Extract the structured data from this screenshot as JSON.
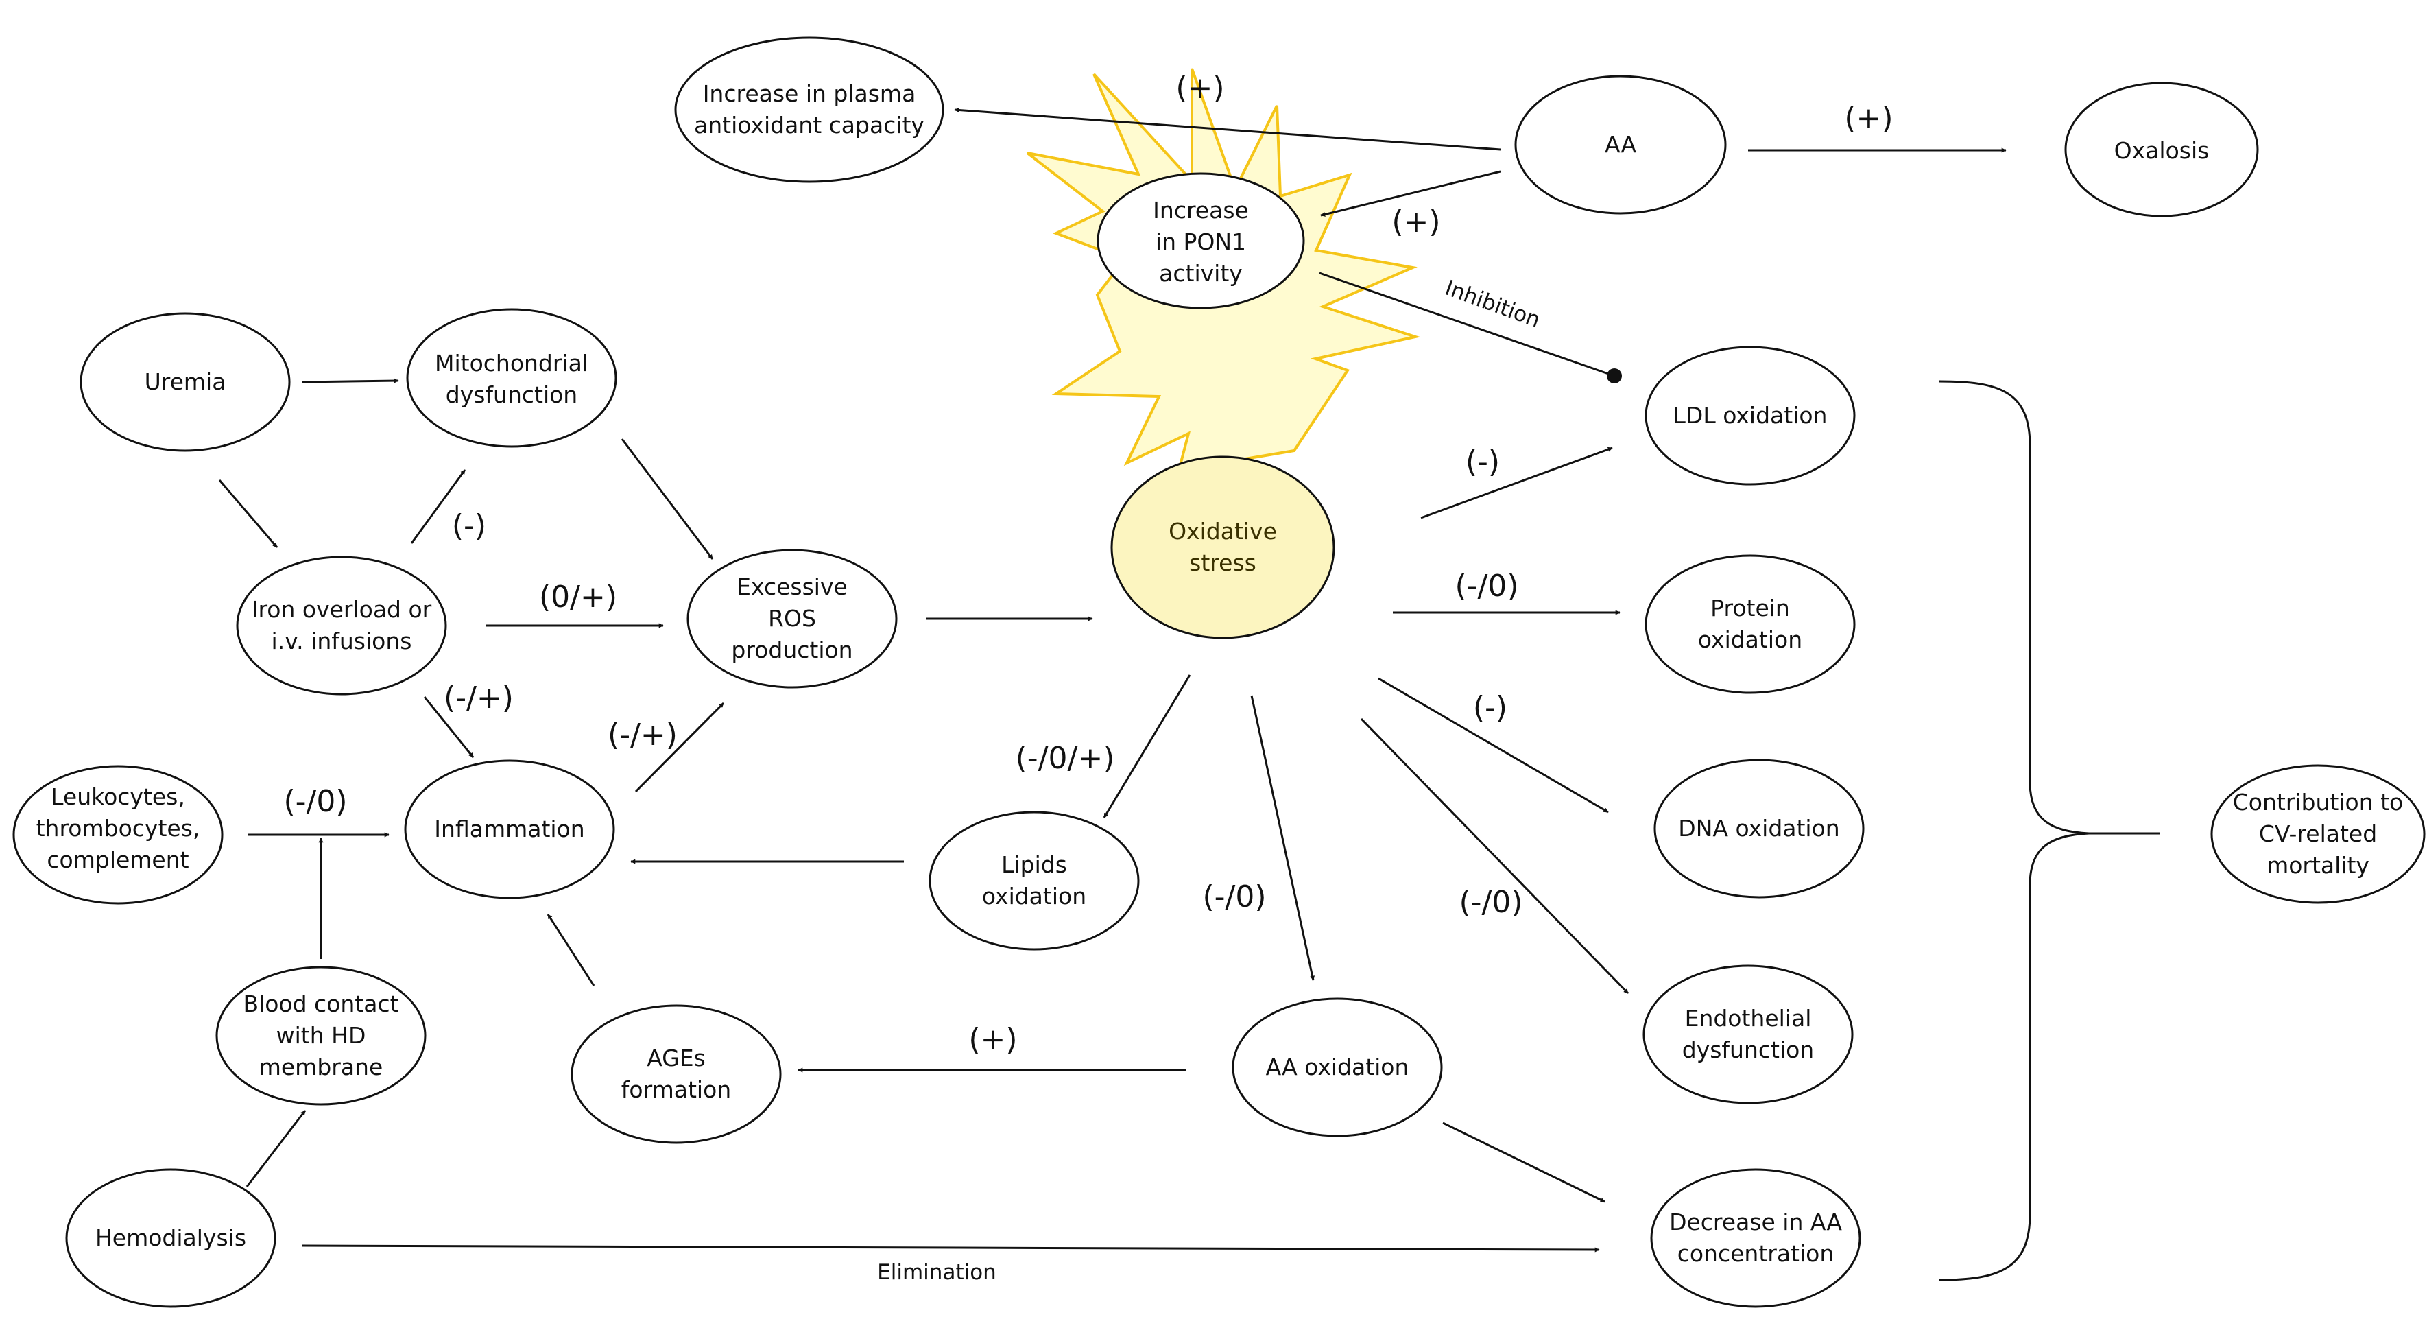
{
  "nodes": {
    "aa": "AA",
    "plasma_antioxidant": [
      "Increase in plasma",
      "antioxidant capacity"
    ],
    "oxalosis": "Oxalosis",
    "pon1": [
      "Increase",
      "in PON1",
      "activity"
    ],
    "uremia": "Uremia",
    "mitochondrial": [
      "Mitochondrial",
      "dysfunction"
    ],
    "iron": [
      "Iron overload or",
      "i.v. infusions"
    ],
    "ros": [
      "Excessive",
      "ROS",
      "production"
    ],
    "oxidative_stress": [
      "Oxidative",
      "stress"
    ],
    "ldl": "LDL oxidation",
    "protein": [
      "Protein",
      "oxidation"
    ],
    "dna": "DNA oxidation",
    "endothelial": [
      "Endothelial",
      "dysfunction"
    ],
    "decrease_aa": [
      "Decrease in AA",
      "concentration"
    ],
    "contribution": [
      "Contribution to",
      "CV-related",
      "mortality"
    ],
    "leukocytes": [
      "Leukocytes,",
      "thrombocytes,",
      "complement"
    ],
    "inflammation": "Inflammation",
    "lipids": [
      "Lipids",
      "oxidation"
    ],
    "aa_oxidation": "AA oxidation",
    "ages": [
      "AGEs",
      "formation"
    ],
    "blood_contact": [
      "Blood contact",
      "with HD",
      "membrane"
    ],
    "hemodialysis": "Hemodialysis"
  },
  "edge_labels": {
    "aa_to_plasma": "(+)",
    "aa_to_oxalosis": "(+)",
    "aa_to_pon1": "(+)",
    "pon1_inhibition": "Inhibition",
    "iron_to_mito": "(-)",
    "iron_to_ros": "(0/+)",
    "iron_to_inflammation": "(-/+)",
    "inflammation_to_ros": "(-/+)",
    "leukocytes_to_inflammation": "(-/0)",
    "stress_to_ldl": "(-)",
    "stress_to_protein": "(-/0)",
    "stress_to_dna": "(-)",
    "stress_to_endothelial": "(-/0)",
    "stress_to_lipids": "(-/0/+)",
    "stress_to_aa_oxidation": "(-/0)",
    "aa_oxidation_to_ages": "(+)",
    "hemodialysis_elimination": "Elimination"
  },
  "colors": {
    "star_fill": "#FFFBD0",
    "star_stroke": "#F5C518",
    "inner_fill": "#FCF5C0",
    "line": "#111111"
  }
}
